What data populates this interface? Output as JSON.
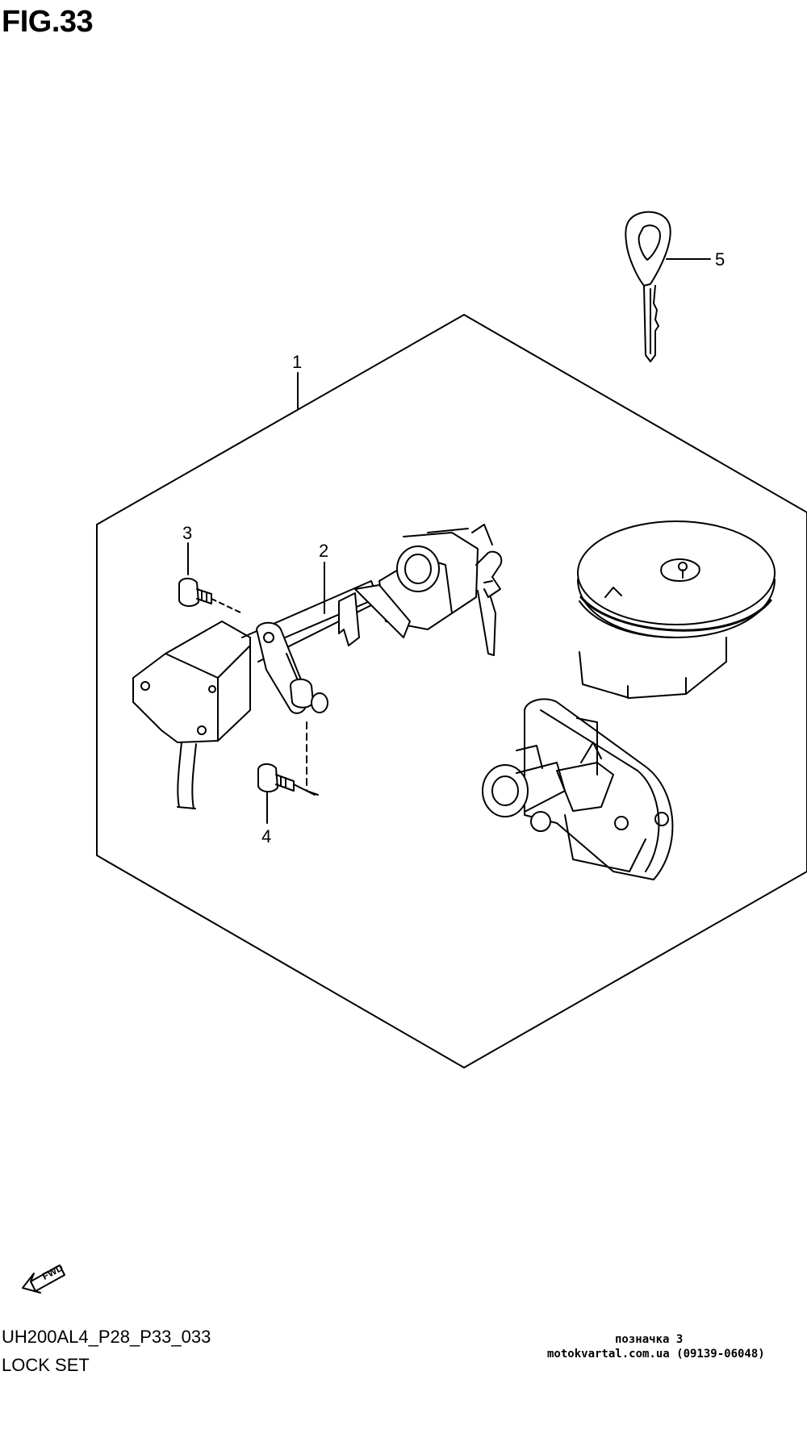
{
  "figure": {
    "title": "FIG.33",
    "code": "UH200AL4_P28_P33_033",
    "name": "LOCK SET"
  },
  "callouts": [
    {
      "id": "1",
      "label": "1"
    },
    {
      "id": "2",
      "label": "2"
    },
    {
      "id": "3",
      "label": "3"
    },
    {
      "id": "4",
      "label": "4"
    },
    {
      "id": "5",
      "label": "5"
    }
  ],
  "direction": {
    "label": "FWD"
  },
  "watermark": {
    "line1": "позначка 3",
    "line2": "motokvartal.com.ua (09139-06048)"
  }
}
